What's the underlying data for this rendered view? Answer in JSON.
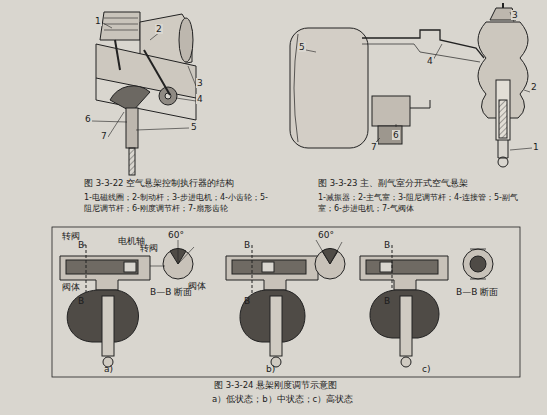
{
  "diagram": {
    "labels": [
      "1",
      "2",
      "3",
      "4",
      "5",
      "6",
      "7",
      "图 3-3-22 空气悬架控制执行器的结构",
      "1-电磁线圈；2-制动杆；3-步进电机；4-小齿轮；5-阻尼调节杆；6-刚度调节杆；7-扇形齿轮",
      "1",
      "2",
      "3",
      "4",
      "5",
      "6",
      "7",
      "图 3-3-23 主、副气室分开式空气悬架",
      "1-减振器；2-主气室；3-阻尼调节杆；4-连接管；5-副气室；6-步进电机；7-气阀体",
      "转阀",
      "B",
      "电机轴",
      "60°",
      "阀体",
      "转阀",
      "阀体",
      "B",
      "B—B 断面",
      "a)",
      "B",
      "60°",
      "B",
      "b)",
      "B",
      "B",
      "B—B 断面",
      "c)",
      "图 3-3-24 悬架刚度调节示意图",
      "a）低状态；b）中状态；c）高状态"
    ]
  }
}
